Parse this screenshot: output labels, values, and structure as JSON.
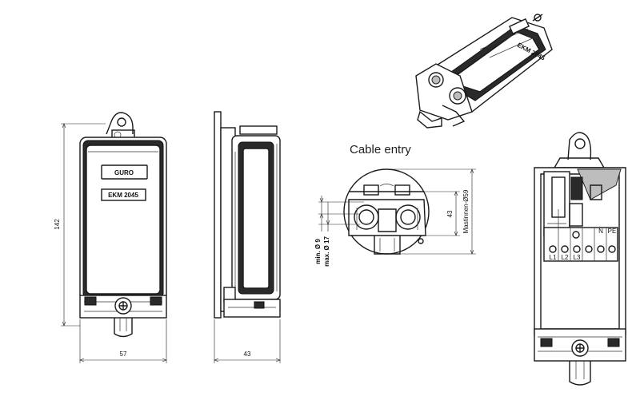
{
  "section_title": "Cable entry",
  "dimensions": {
    "height": "142",
    "width": "57",
    "depth": "43",
    "entry_height": "43",
    "mast_inner": "Mastinnen-Ø59",
    "min_diameter": "min. Ø 9",
    "max_diameter": "max. Ø 17"
  },
  "label_plate": {
    "brand": "GURO",
    "model": "EKM 2045"
  },
  "terminal_labels": [
    "L1",
    "L2",
    "L3",
    "N",
    "PE"
  ]
}
